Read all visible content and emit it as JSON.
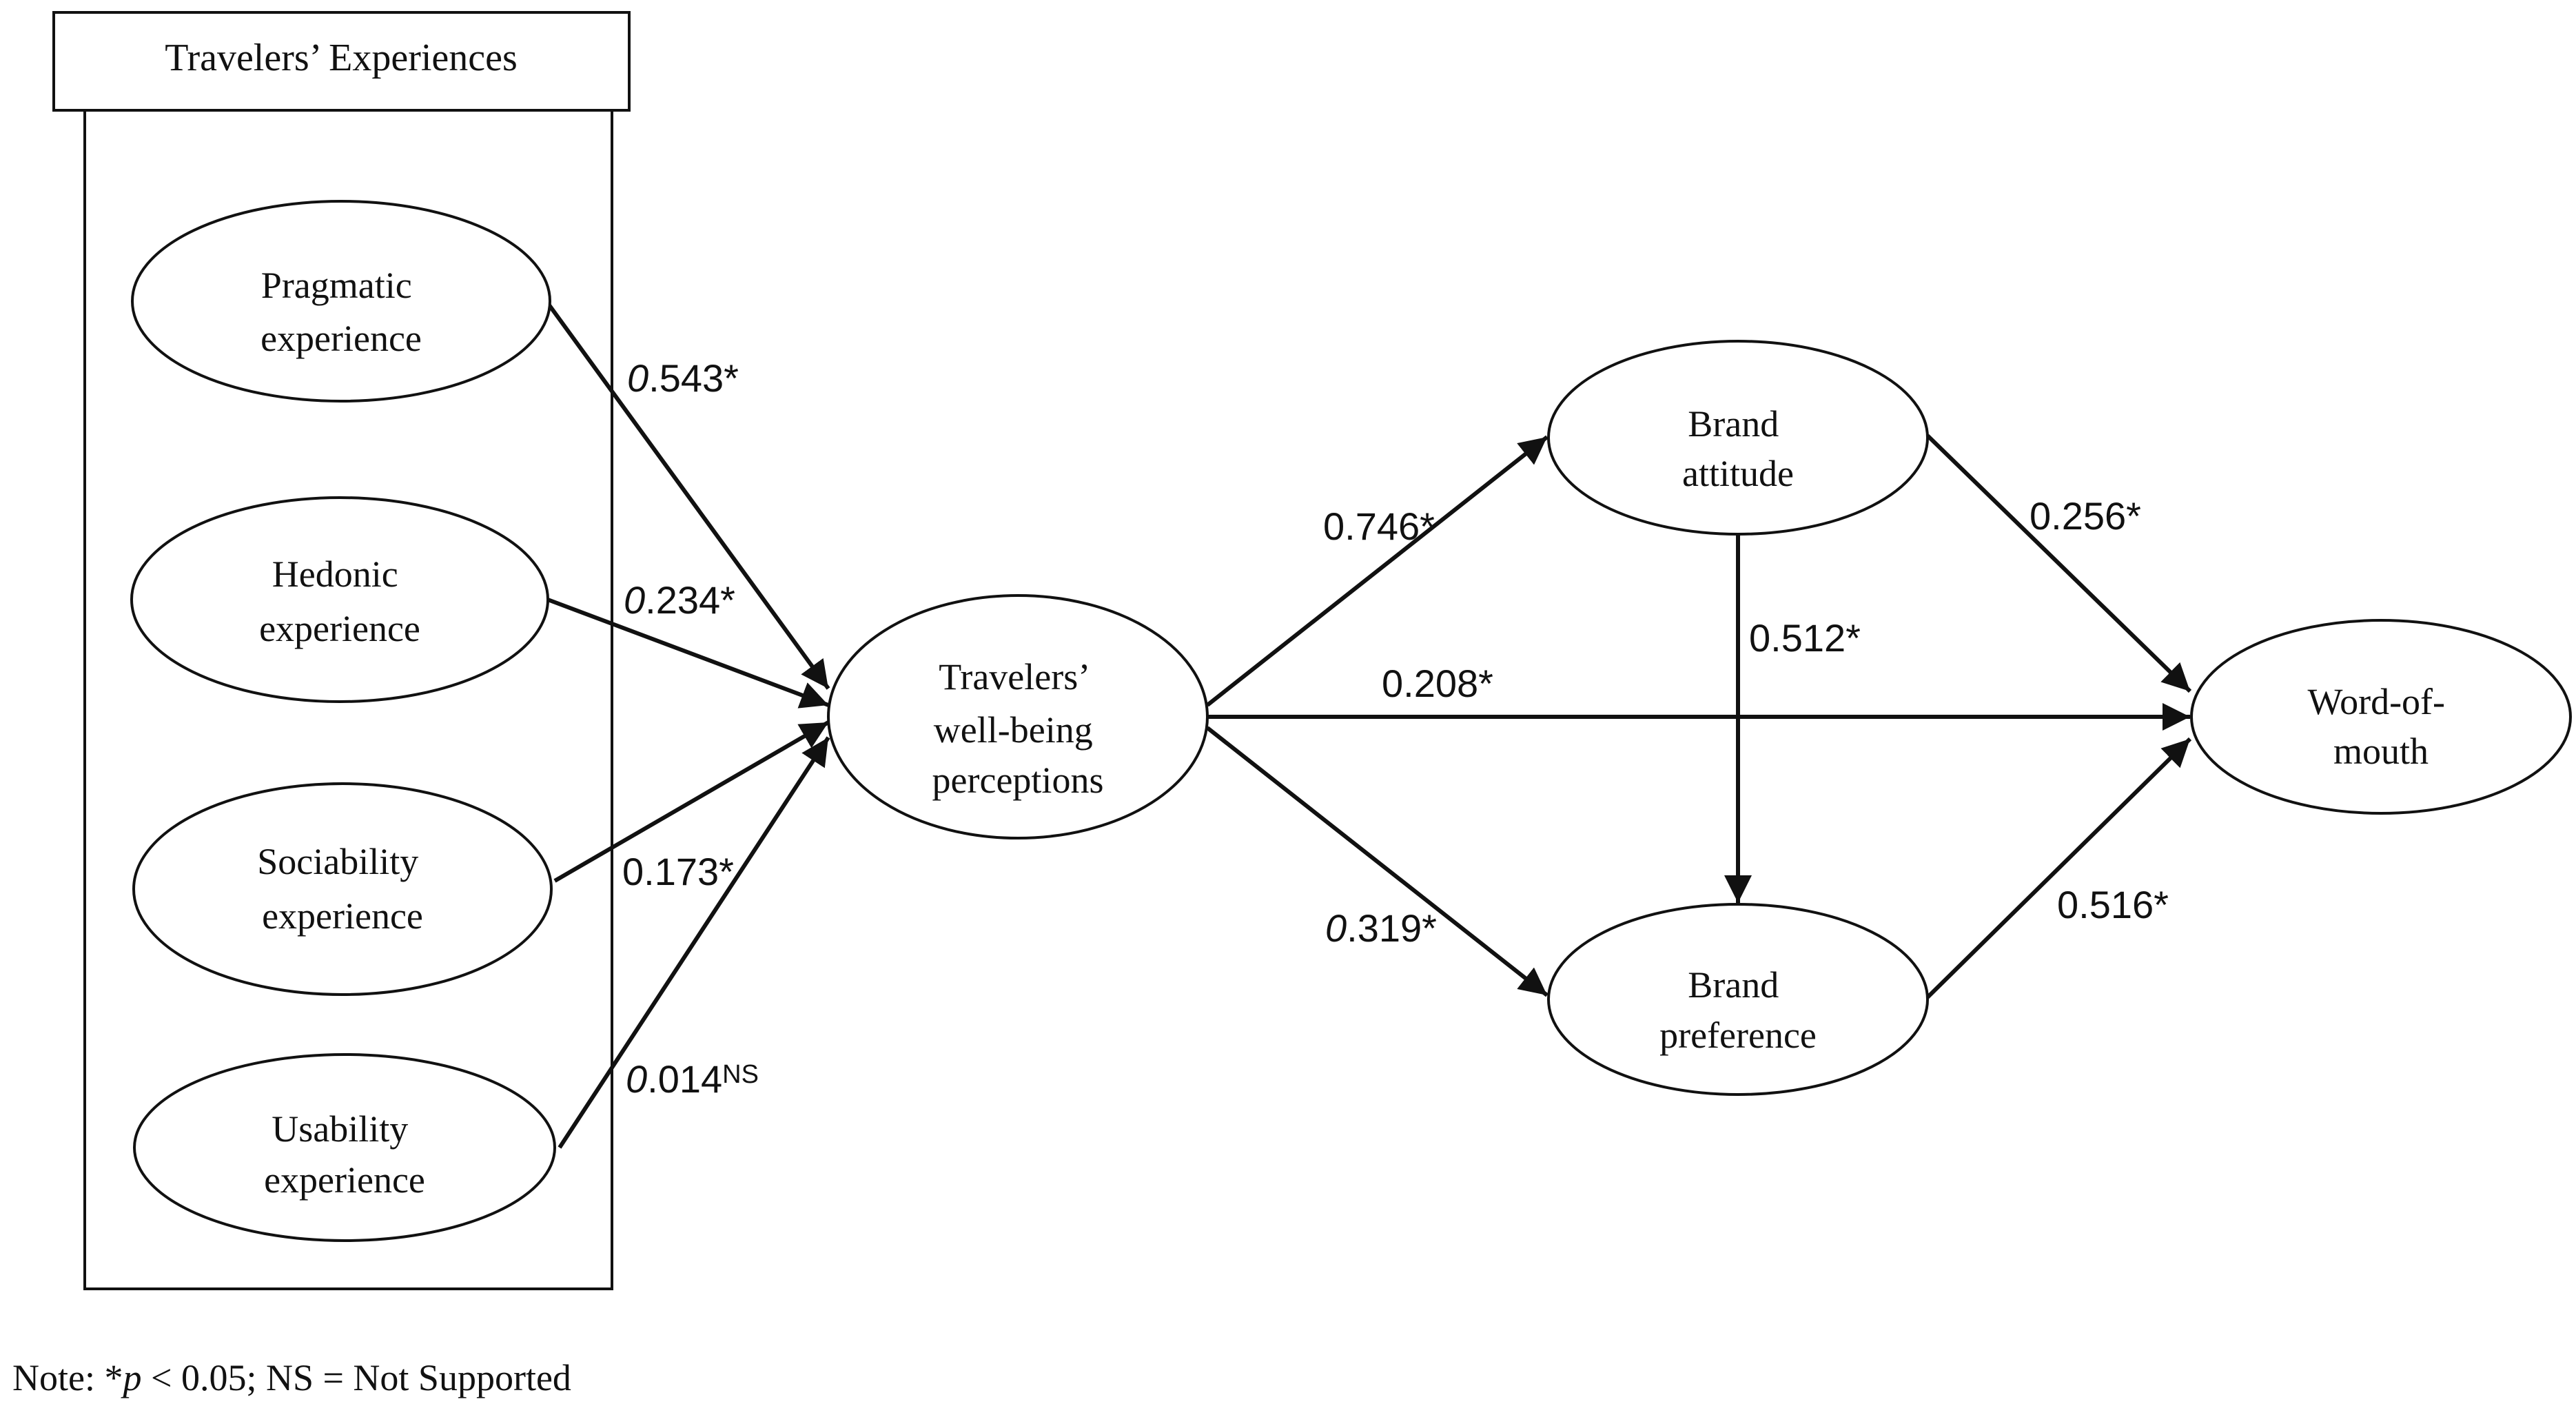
{
  "group": {
    "title": "Travelers’ Experiences"
  },
  "nodes": {
    "pragmatic": [
      "Pragmatic",
      "experience"
    ],
    "hedonic": [
      "Hedonic",
      "experience"
    ],
    "sociability": [
      "Sociability",
      "experience"
    ],
    "usability": [
      "Usability",
      "experience"
    ],
    "wellbeing": [
      "Travelers’",
      "well-being",
      "perceptions"
    ],
    "brand_attitude": [
      "Brand",
      "attitude"
    ],
    "brand_preference": [
      "Brand",
      "preference"
    ],
    "wom": [
      "Word-of-",
      "mouth"
    ]
  },
  "paths": {
    "pragmatic_wellbeing": {
      "lead": "0",
      "rest": ".543*",
      "sup": ""
    },
    "hedonic_wellbeing": {
      "lead": "0",
      "rest": ".234*",
      "sup": ""
    },
    "sociability_wellbeing": {
      "lead": "",
      "rest": "0.173*",
      "sup": ""
    },
    "usability_wellbeing": {
      "lead": "0",
      "rest": ".014",
      "sup": "NS"
    },
    "wellbeing_attitude": {
      "lead": "",
      "rest": "0.746*",
      "sup": ""
    },
    "wellbeing_wom": {
      "lead": "",
      "rest": "0.208*",
      "sup": ""
    },
    "wellbeing_preference": {
      "lead": "0",
      "rest": ".319*",
      "sup": ""
    },
    "attitude_preference": {
      "lead": "",
      "rest": "0.512*",
      "sup": ""
    },
    "attitude_wom": {
      "lead": "",
      "rest": "0.256*",
      "sup": ""
    },
    "preference_wom": {
      "lead": "",
      "rest": "0.516*",
      "sup": ""
    }
  },
  "note": {
    "prefix": "Note: *",
    "p": "p",
    "suffix": " < 0.05; NS = Not Supported"
  },
  "colors": {
    "stroke": "#111111",
    "background": "#ffffff"
  }
}
